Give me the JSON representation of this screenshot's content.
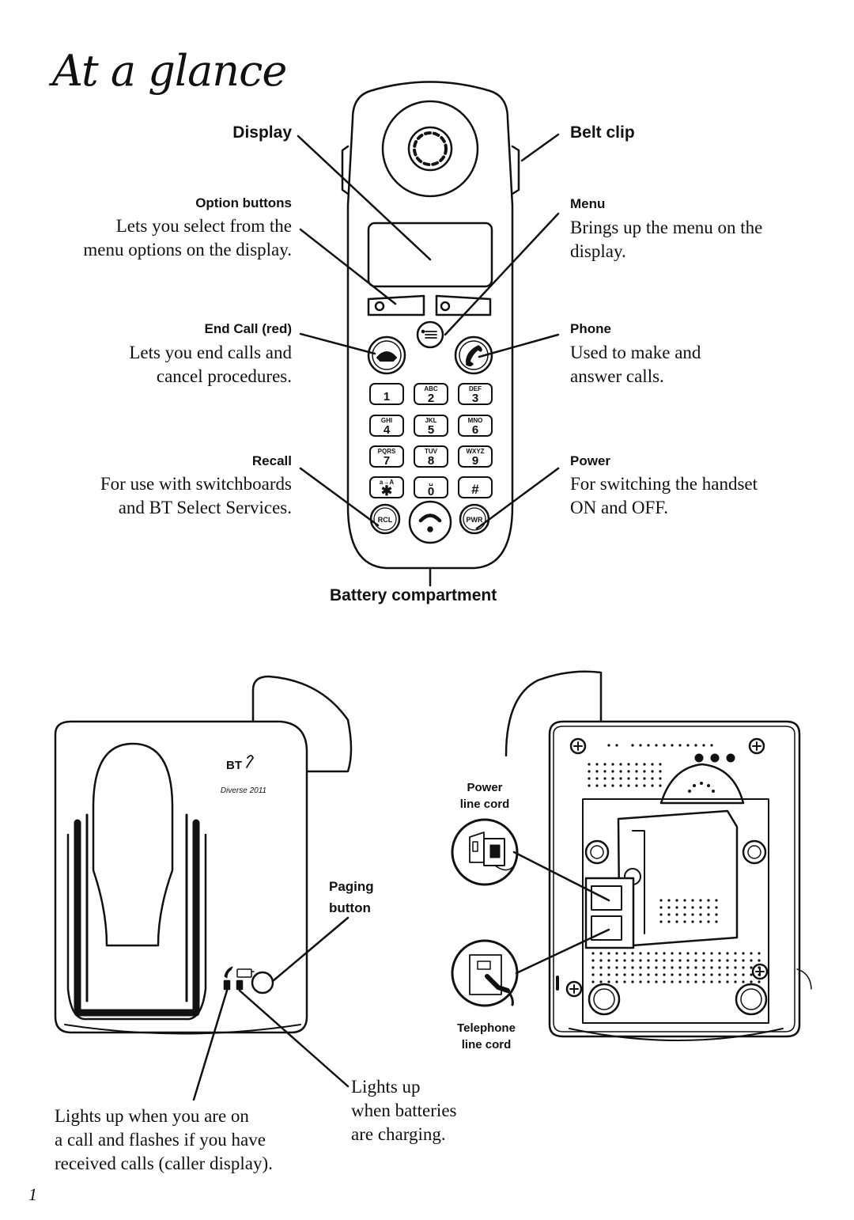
{
  "page": {
    "title": "At a glance",
    "page_number": "1"
  },
  "handset": {
    "display": {
      "label": "Display"
    },
    "option_buttons": {
      "label": "Option buttons",
      "desc": [
        "Lets you select from the",
        "menu options on the display."
      ]
    },
    "end_call": {
      "label": "End Call (red)",
      "desc": [
        "Lets you end calls and",
        "cancel procedures."
      ]
    },
    "recall": {
      "label": "Recall",
      "desc": [
        "For use with switchboards",
        "and BT Select Services."
      ]
    },
    "belt_clip": {
      "label": "Belt clip"
    },
    "menu": {
      "label": "Menu",
      "desc": [
        "Brings up the menu on the",
        "display."
      ]
    },
    "phone": {
      "label": "Phone",
      "desc": [
        "Used to make and",
        "answer calls."
      ]
    },
    "power": {
      "label": "Power",
      "desc": [
        "For switching the handset",
        "ON and OFF."
      ]
    },
    "battery": {
      "label": "Battery compartment"
    },
    "keys": [
      {
        "digit": "1",
        "letters": ""
      },
      {
        "digit": "2",
        "letters": "ABC"
      },
      {
        "digit": "3",
        "letters": "DEF"
      },
      {
        "digit": "4",
        "letters": "GHI"
      },
      {
        "digit": "5",
        "letters": "JKL"
      },
      {
        "digit": "6",
        "letters": "MNO"
      },
      {
        "digit": "7",
        "letters": "PQRS"
      },
      {
        "digit": "8",
        "letters": "TUV"
      },
      {
        "digit": "9",
        "letters": "WXYZ"
      },
      {
        "digit": "✱",
        "letters": "a→A"
      },
      {
        "digit": "0",
        "letters": "␣"
      },
      {
        "digit": "#",
        "letters": ""
      }
    ],
    "rcl_label": "RCL",
    "pwr_label": "PWR"
  },
  "base": {
    "brand": "BT",
    "model": "Diverse 2011",
    "paging": {
      "label_line1": "Paging",
      "label_line2": "button"
    },
    "power_cord": {
      "line1": "Power",
      "line2": "line cord"
    },
    "telephone_cord": {
      "line1": "Telephone",
      "line2": "line cord"
    },
    "in_use_desc": [
      "Lights up when you are on",
      "a call and flashes if you have",
      "received calls (caller display)."
    ],
    "charging_desc": [
      "Lights up",
      "when batteries",
      "are charging."
    ]
  }
}
